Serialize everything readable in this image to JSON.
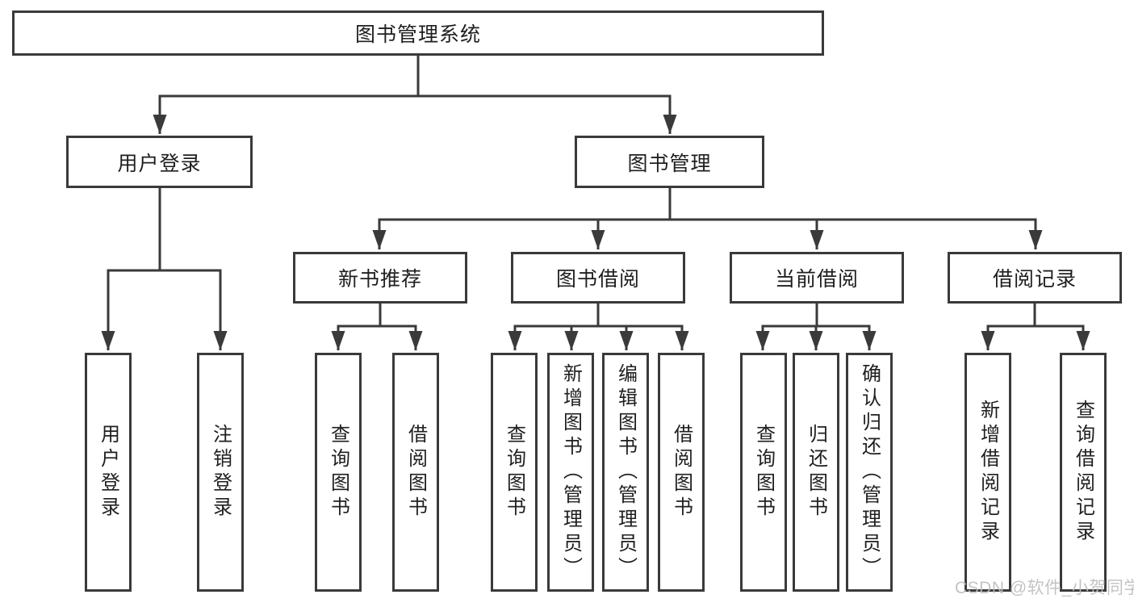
{
  "diagram": {
    "title": "图书管理系统",
    "type": "hierarchy-tree",
    "colors": {
      "line": "#3a3a3a",
      "box_border": "#3a3a3a",
      "text": "#1f1f1f",
      "background": "#ffffff",
      "watermark": "#bdbdbd"
    },
    "nodes": {
      "root": {
        "label": "图书管理系统"
      },
      "level2": [
        {
          "label": "用户登录",
          "parent": "图书管理系统"
        },
        {
          "label": "图书管理",
          "parent": "图书管理系统"
        }
      ],
      "level3": [
        {
          "label": "新书推荐",
          "parent": "图书管理"
        },
        {
          "label": "图书借阅",
          "parent": "图书管理"
        },
        {
          "label": "当前借阅",
          "parent": "图书管理"
        },
        {
          "label": "借阅记录",
          "parent": "图书管理"
        }
      ],
      "leaves": [
        {
          "label": "用户登录",
          "parent": "用户登录"
        },
        {
          "label": "注销登录",
          "parent": "用户登录"
        },
        {
          "label": "查询图书",
          "parent": "新书推荐"
        },
        {
          "label": "借阅图书",
          "parent": "新书推荐"
        },
        {
          "label": "查询图书",
          "parent": "图书借阅"
        },
        {
          "label": "新增图书（管理员）",
          "parent": "图书借阅"
        },
        {
          "label": "编辑图书（管理员）",
          "parent": "图书借阅"
        },
        {
          "label": "借阅图书",
          "parent": "图书借阅"
        },
        {
          "label": "查询图书",
          "parent": "当前借阅"
        },
        {
          "label": "归还图书",
          "parent": "当前借阅"
        },
        {
          "label": "确认归还（管理员）",
          "parent": "当前借阅"
        },
        {
          "label": "新增借阅记录",
          "parent": "借阅记录"
        },
        {
          "label": "查询借阅记录",
          "parent": "借阅记录"
        }
      ]
    },
    "watermark": {
      "text": "CSDN @软件_小贺同学"
    }
  }
}
